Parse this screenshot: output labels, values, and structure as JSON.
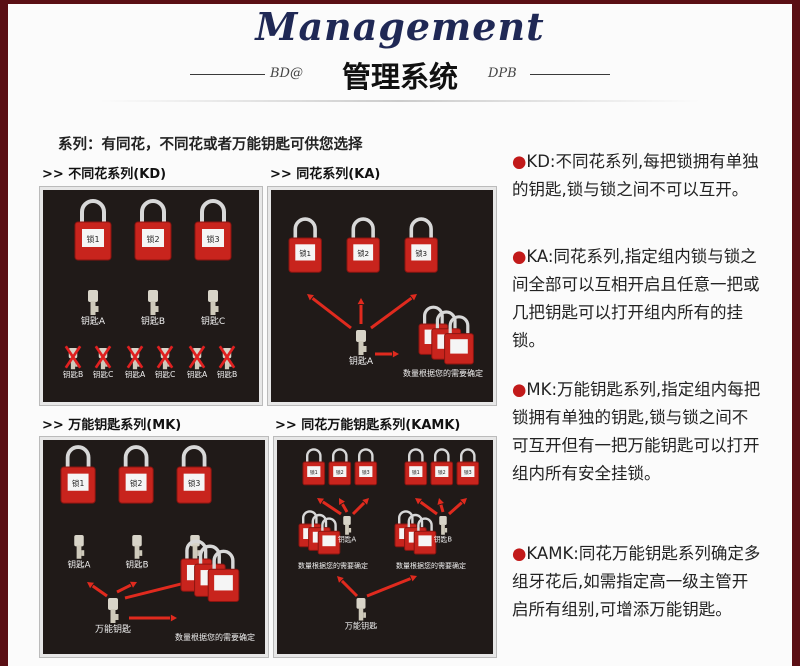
{
  "header": {
    "title_en": "Management",
    "deco_left": "BD@",
    "title_cn": "管理系统",
    "deco_right": "DPB"
  },
  "intro": "系列：有同花，不同花或者万能钥匙可供您选择",
  "sections": [
    {
      "label": ">> 不同花系列(KD)"
    },
    {
      "label": ">> 同花系列(KA)"
    },
    {
      "label": ">> 万能钥匙系列(MK)"
    },
    {
      "label": ">> 同花万能钥匙系列(KAMK)"
    }
  ],
  "locks": [
    "锁1",
    "锁2",
    "锁3"
  ],
  "keys": {
    "a": "钥匙A",
    "b": "钥匙B",
    "c": "钥匙C",
    "master": "万能钥匙",
    "crossed": [
      "钥匙B",
      "钥匙C",
      "钥匙A",
      "钥匙C",
      "钥匙A",
      "钥匙B"
    ]
  },
  "note_quantity": "数量根据您的需要确定",
  "descriptions": [
    {
      "dot": "●",
      "text": "KD:不同花系列,每把锁拥有单独的钥匙,锁与锁之间不可以互开。"
    },
    {
      "dot": "●",
      "text": "KA:同花系列,指定组内锁与锁之间全部可以互相开启且任意一把或几把钥匙可以打开组内所有的挂锁。"
    },
    {
      "dot": "●",
      "text": "MK:万能钥匙系列,指定组内每把锁拥有单独的钥匙,锁与锁之间不可互开但有一把万能钥匙可以打开组内所有安全挂锁。"
    },
    {
      "dot": "●",
      "text": "KAMK:同花万能钥匙系列确定多组牙花后,如需指定高一级主管开启所有组别,可增添万能钥匙。"
    }
  ],
  "colors": {
    "lock_red": "#c8241d",
    "panel_bg": "#201a18",
    "accent_dot": "#c21a1a",
    "title_blue": "#1f2855"
  }
}
